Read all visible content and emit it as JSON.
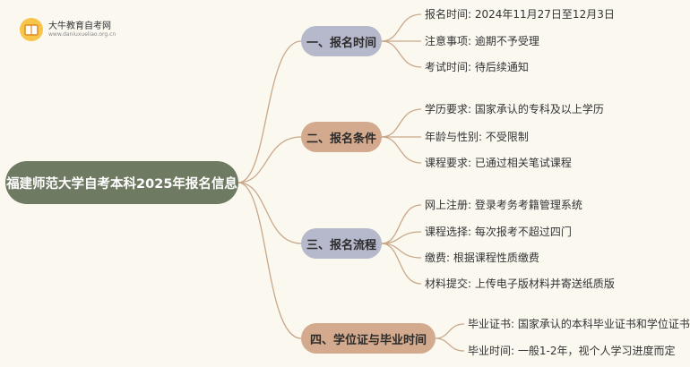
{
  "logo": {
    "name": "大牛教育自考网",
    "url": "www.daniuxueliao.org.cn"
  },
  "root": {
    "title": "福建师范大学自考本科2025年报名信息"
  },
  "branches": [
    {
      "title": "一、报名时间",
      "items": [
        "报名时间: 2024年11月27日至12月3日",
        "注意事项: 逾期不予受理",
        "考试时间: 待后续通知"
      ]
    },
    {
      "title": "二、报名条件",
      "items": [
        "学历要求: 国家承认的专科及以上学历",
        "年龄与性别: 不受限制",
        "课程要求: 已通过相关笔试课程"
      ]
    },
    {
      "title": "三、报名流程",
      "items": [
        "网上注册: 登录考务考籍管理系统",
        "课程选择: 每次报考不超过四门",
        "缴费: 根据课程性质缴费",
        "材料提交: 上传电子版材料并寄送纸质版"
      ]
    },
    {
      "title": "四、学位证与毕业时间",
      "items": [
        "毕业证书: 国家承认的本科毕业证书和学位证书",
        "毕业时间: 一般1-2年，视个人学习进度而定"
      ]
    }
  ],
  "colors": {
    "root": "#6f7a62",
    "branch_blue": "#b6b8cc",
    "branch_tan": "#d3aa8e",
    "line": "#c9a889"
  }
}
